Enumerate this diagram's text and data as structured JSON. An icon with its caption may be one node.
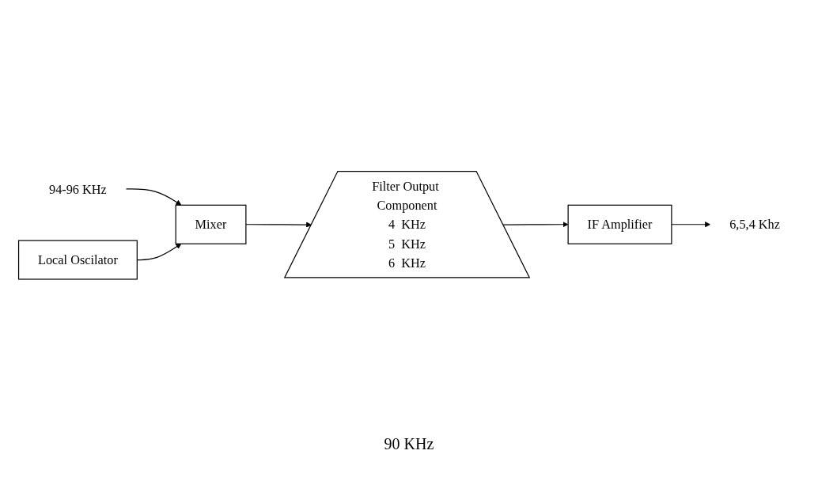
{
  "diagram": {
    "nodes": [
      {
        "text": [
          "94-96 KHz"
        ]
      },
      {
        "text": [
          "Mixer"
        ]
      },
      {
        "text": [
          "Local Oscilator"
        ]
      },
      {
        "text": [
          "Filter Output Component",
          "4  KHz",
          "5  KHz",
          "6  KHz"
        ]
      },
      {
        "text": [
          "IF Amplifier"
        ]
      },
      {
        "text": [
          "6,5,4 Khz"
        ]
      }
    ],
    "edges": [
      {
        "from": 0,
        "to": 1,
        "arrow": "to"
      },
      {
        "from": 2,
        "to": 1,
        "arrow": "to"
      },
      {
        "from": 1,
        "to": 3,
        "arrow": "to"
      },
      {
        "from": 3,
        "to": 4,
        "arrow": "to"
      },
      {
        "from": 4,
        "to": 5,
        "arrow": "to"
      }
    ],
    "labels": [
      "90  KHz"
    ]
  }
}
